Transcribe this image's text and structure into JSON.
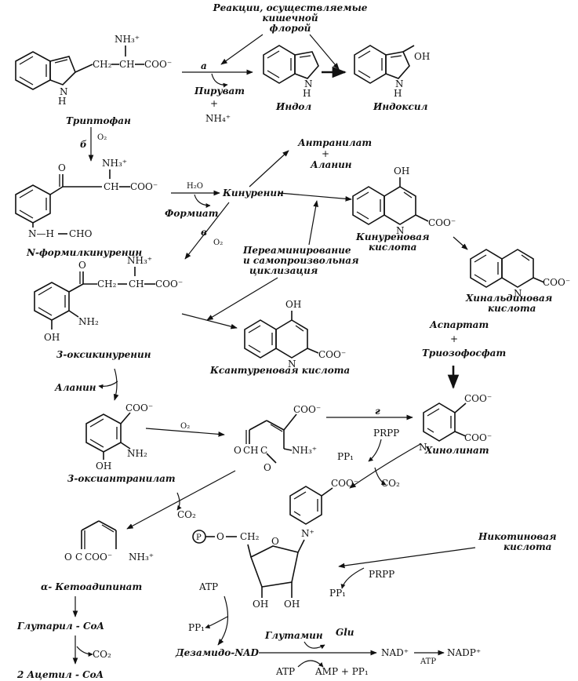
{
  "header": {
    "flora_note_1": "Реакции, осуществляемые",
    "flora_note_2": "кишечной",
    "flora_note_3": "флорой"
  },
  "compounds": {
    "tryptophan": "Триптофан",
    "indole": "Индол",
    "indoxyl": "Индоксил",
    "n_formylkynurenine": "N-формилкинуренин",
    "kynurenine": "Кинуренин",
    "anthranilate": "Антранилат",
    "plus": "+",
    "alanine": "Аланин",
    "kynurenic_acid_1": "Кинуреновая",
    "kynurenic_acid_2": "кислота",
    "quinaldic_acid_1": "Хинальдиновая",
    "quinaldic_acid_2": "кислота",
    "hydroxykynurenine": "3-оксикинуренин",
    "xanthurenic_acid": "Ксантуреновая кислота",
    "transamination_1": "Переаминирование",
    "transamination_2": "и самопроизвольная",
    "transamination_3": "циклизация",
    "aspartate": "Аспартат",
    "triose_phosphate": "Триозофосфат",
    "quinolinate": "Хинолинат",
    "hydroxyanthranilate": "3-оксиантранилат",
    "ketoadipinate": "α- Кетоадипинат",
    "glutaryl_coa": "Глутарил - CoA",
    "acetyl_coa": "2 Ацетил - CoA",
    "nicotinic_acid_1": "Никотиновая",
    "nicotinic_acid_2": "кислота",
    "desamido_nad": "Дезамидо-NAD",
    "glutamine": "Глутамин",
    "glu": "Glu",
    "nad": "NAD⁺",
    "nadp": "NADP⁺"
  },
  "reagents": {
    "pyruvate": "Пируват",
    "ammonium": "NH₄⁺",
    "formate": "Формиат",
    "water": "H₂O",
    "o2": "O₂",
    "co2": "CO₂",
    "prpp": "PRPP",
    "ppi": "PP₁",
    "atp": "ATP",
    "amp_ppi": "AMP + PP₁"
  },
  "enzyme_labels": {
    "a": "а",
    "b": "б",
    "v": "в",
    "g": "г"
  },
  "groups": {
    "nh3": "NH₃⁺",
    "nh2": "NH₂",
    "coo": "COO⁻",
    "oh": "OH",
    "nh": "N",
    "h": "H",
    "cho": "CHO",
    "ch2": "CH₂",
    "ch": "CH",
    "c": "C",
    "o": "O",
    "p": "P",
    "n_plus": "N⁺",
    "n_formyl": "N—H"
  }
}
